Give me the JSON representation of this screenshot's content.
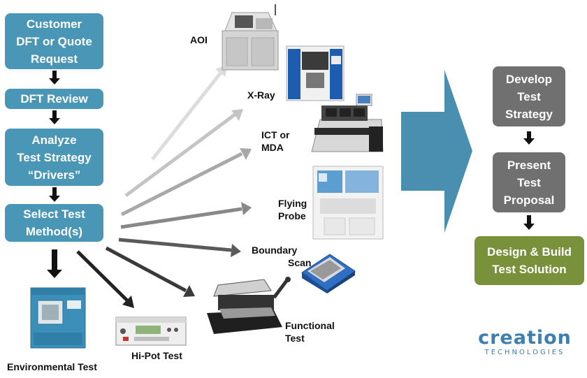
{
  "colors": {
    "blue_box": "#4a96b6",
    "gray_box": "#707070",
    "green_box": "#78913a",
    "big_arrow": "#4a8fb0",
    "logo": "#3d7fb0"
  },
  "left_flow": [
    {
      "lines": [
        "Customer",
        "DFT or Quote",
        "Request"
      ]
    },
    {
      "lines": [
        "DFT Review"
      ]
    },
    {
      "lines": [
        "Analyze",
        "Test Strategy",
        "“Drivers”"
      ]
    },
    {
      "lines": [
        "Select Test",
        "Method(s)"
      ]
    }
  ],
  "right_flow": [
    {
      "lines": [
        "Develop",
        "Test",
        "Strategy"
      ]
    },
    {
      "lines": [
        "Present",
        "Test",
        "Proposal"
      ]
    },
    {
      "lines": [
        "Design & Build",
        "Test Solution"
      ]
    }
  ],
  "test_methods": {
    "aoi": {
      "label": [
        "AOI"
      ],
      "icon": "aoi-machine"
    },
    "xray": {
      "label": [
        "X-Ray"
      ],
      "icon": "xray-machine"
    },
    "ict": {
      "label": [
        "ICT or",
        "MDA"
      ],
      "icon": "ict-tester"
    },
    "flying": {
      "label": [
        "Flying",
        "Probe"
      ],
      "icon": "flying-probe-machine"
    },
    "boundary": {
      "label": [
        "Boundary",
        "Scan"
      ],
      "icon": "boundary-scan-box"
    },
    "functional": {
      "label": [
        "Functional",
        "Test"
      ],
      "icon": "functional-fixture"
    },
    "hipot": {
      "label": [
        "Hi-Pot Test"
      ],
      "icon": "hipot-tester"
    },
    "environmental": {
      "label": [
        "Environmental Test"
      ],
      "icon": "environmental-chamber"
    }
  },
  "logo": {
    "line1": "creation",
    "line2": "TECHNOLOGIES"
  }
}
